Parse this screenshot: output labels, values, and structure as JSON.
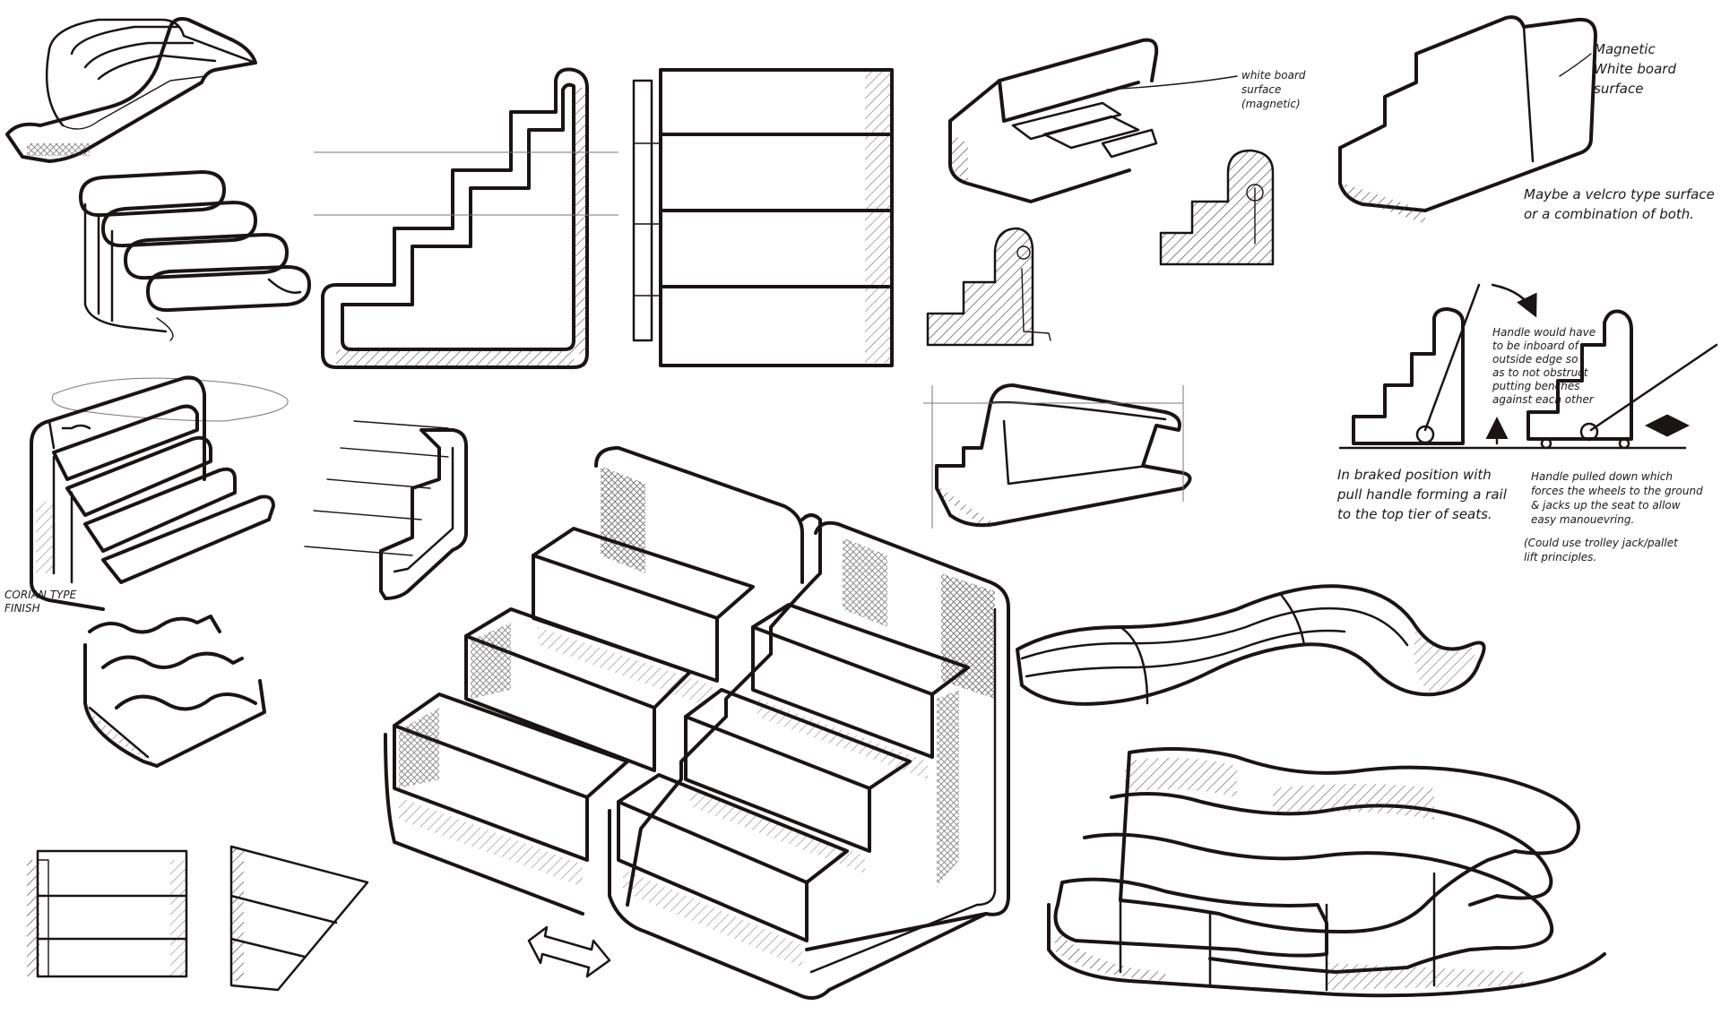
{
  "notes": {
    "whiteboard_surface": [
      "white board",
      "surface",
      "(magnetic)"
    ],
    "magnetic_whiteboard": [
      "Magnetic",
      "White board",
      "surface"
    ],
    "velcro": [
      "Maybe a velcro type surface",
      "or a combination of both."
    ],
    "handle_inboard": [
      "Handle would have",
      "to be inboard of",
      "outside edge so",
      "as to not obstruct",
      "putting benches",
      "against each other"
    ],
    "braked": [
      "In braked position with",
      "pull handle forming a rail",
      "to the top tier of seats."
    ],
    "handle_pulled": [
      "Handle pulled down which",
      "forces the wheels to the ground",
      "& jacks up the seat to allow",
      "easy manouevring."
    ],
    "trolley": [
      "(Could use trolley jack/pallet",
      "lift principles."
    ],
    "corian": [
      "CORIAN TYPE",
      "FINISH"
    ]
  },
  "colors": {
    "ink": "#1a1414",
    "paper": "#ffffff",
    "pencil": "#777777"
  }
}
